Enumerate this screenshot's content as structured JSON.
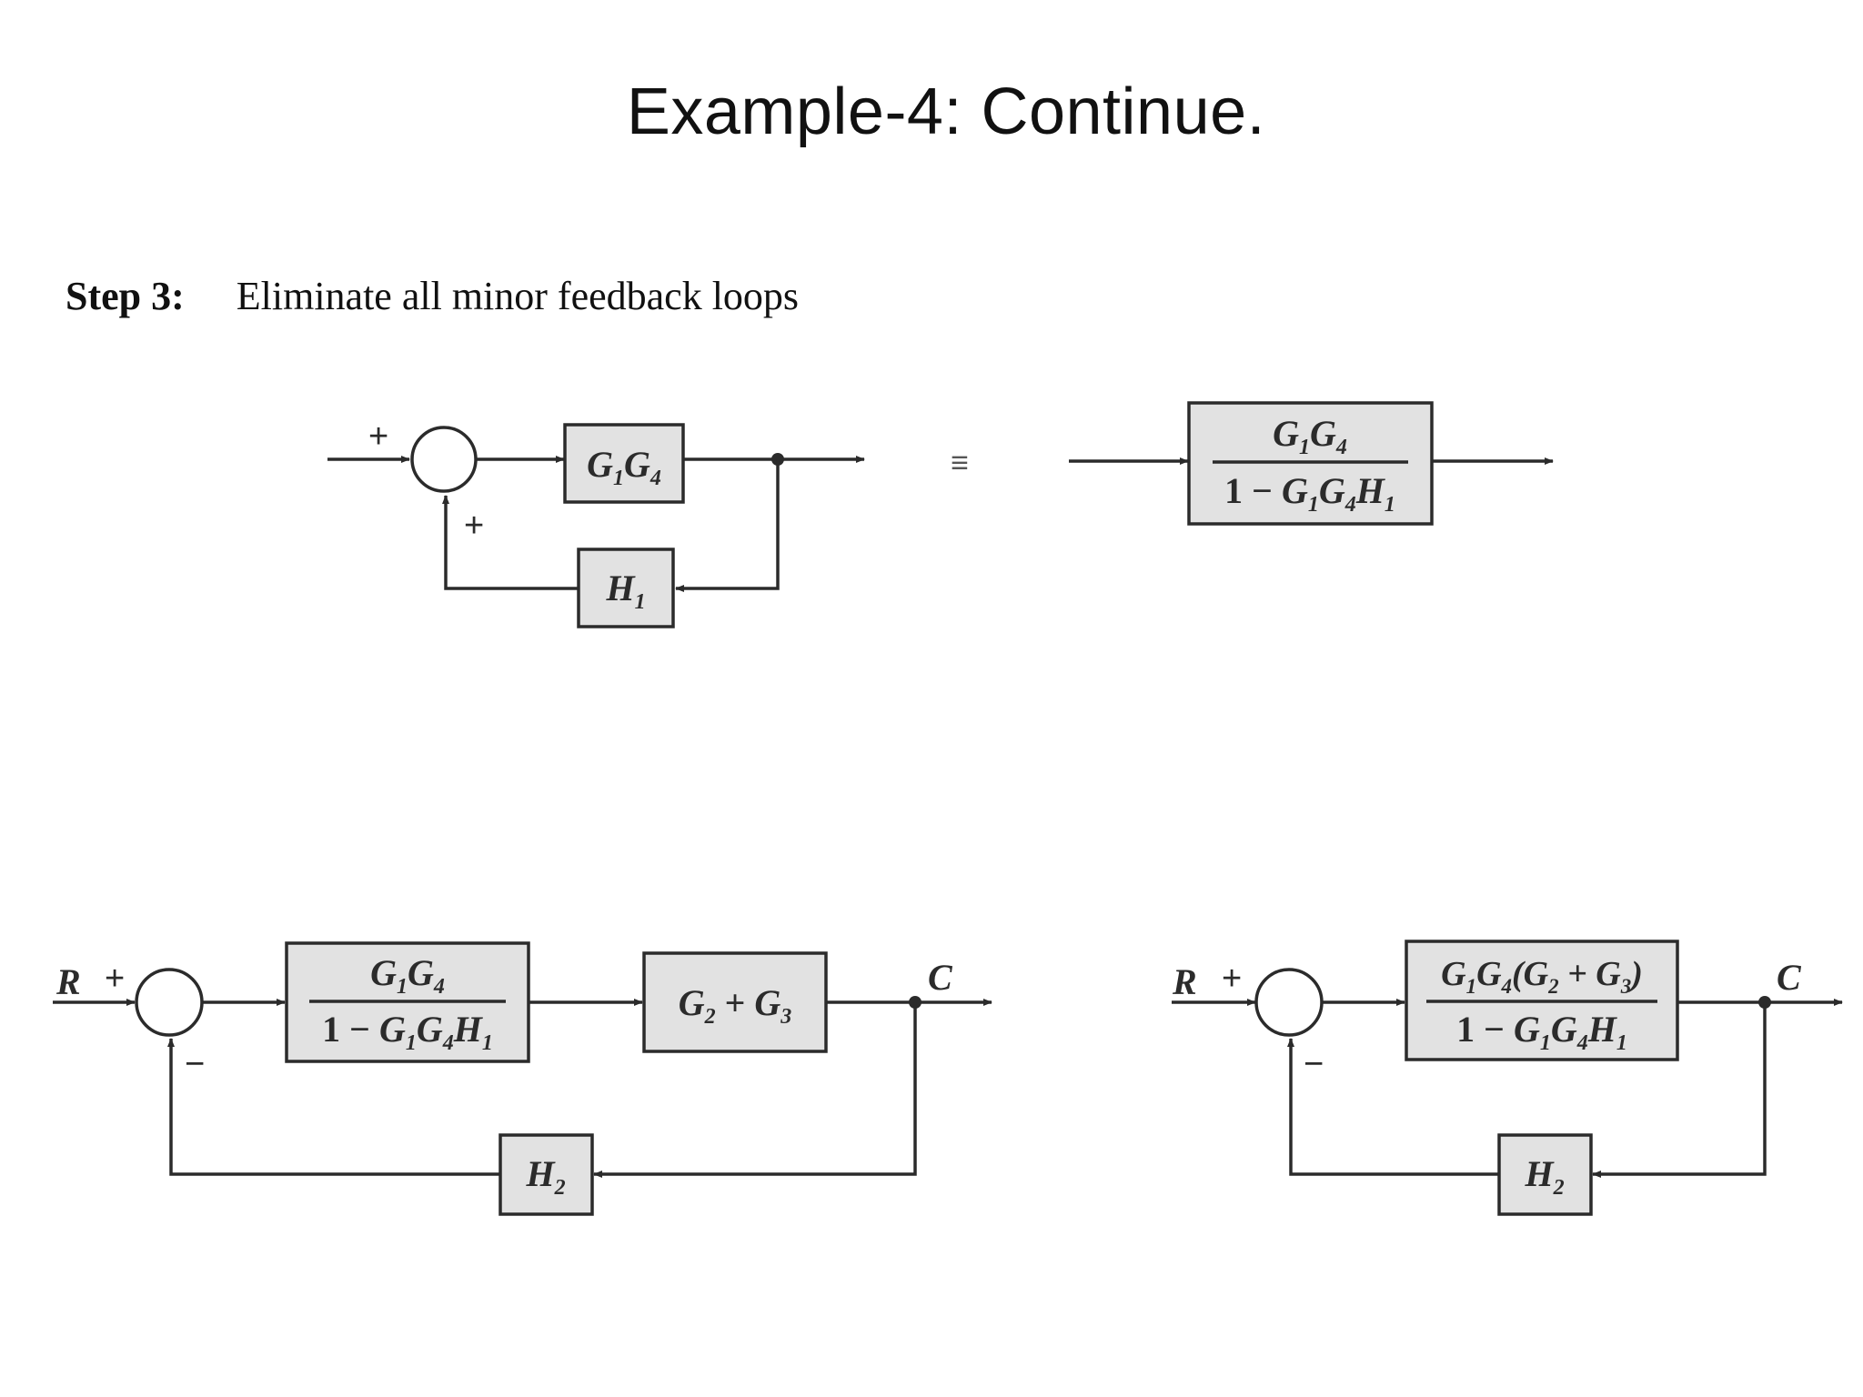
{
  "slide": {
    "title": "Example-4: Continue."
  },
  "step": {
    "label": "Step 3:",
    "description": "Eliminate all minor feedback loops"
  },
  "top_left": {
    "forward_block": {
      "base": [
        "G",
        "G"
      ],
      "subs": [
        "1",
        "4"
      ]
    },
    "feedback_block": {
      "base": [
        "H"
      ],
      "subs": [
        "1"
      ]
    },
    "sign_input": "+",
    "sign_feedback": "+"
  },
  "equivalence_symbol": "≡",
  "top_right": {
    "numerator": {
      "base": [
        "G",
        "G"
      ],
      "subs": [
        "1",
        "4"
      ]
    },
    "denominator": {
      "prefix": "1 − ",
      "base": [
        "G",
        "G",
        "H"
      ],
      "subs": [
        "1",
        "4",
        "1"
      ]
    }
  },
  "bottom_left": {
    "input_label": "R",
    "output_label": "C",
    "sign_input": "+",
    "sign_feedback": "−",
    "block1": {
      "numerator": {
        "base": [
          "G",
          "G"
        ],
        "subs": [
          "1",
          "4"
        ]
      },
      "denominator": {
        "prefix": "1 − ",
        "base": [
          "G",
          "G",
          "H"
        ],
        "subs": [
          "1",
          "4",
          "1"
        ]
      }
    },
    "block2": {
      "parts": [
        "G",
        "2",
        " + ",
        "G",
        "3"
      ]
    },
    "feedback_block": {
      "base": [
        "H"
      ],
      "subs": [
        "2"
      ]
    }
  },
  "bottom_right": {
    "input_label": "R",
    "output_label": "C",
    "sign_input": "+",
    "sign_feedback": "−",
    "block": {
      "numerator": {
        "parts": [
          "G",
          "1",
          "G",
          "4",
          "(G",
          "2",
          " + G",
          "3",
          ")"
        ]
      },
      "denominator": {
        "prefix": "1 − ",
        "base": [
          "G",
          "G",
          "H"
        ],
        "subs": [
          "1",
          "4",
          "1"
        ]
      }
    },
    "feedback_block": {
      "base": [
        "H"
      ],
      "subs": [
        "2"
      ]
    }
  }
}
